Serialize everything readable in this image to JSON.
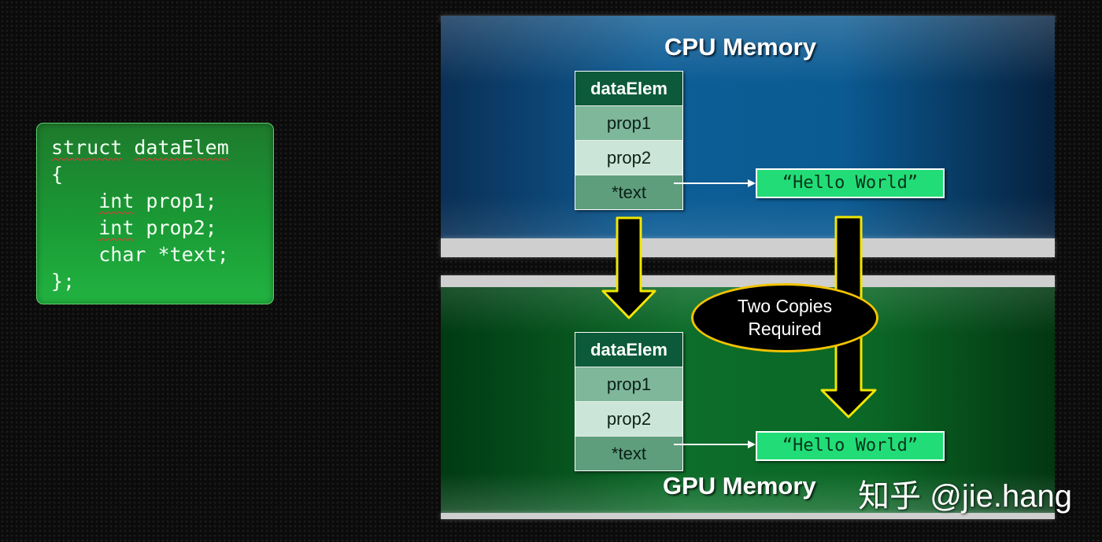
{
  "code_box": {
    "struct_kw": "struct",
    "struct_name": "dataElem",
    "open_brace": "{",
    "int_kw_1": "int",
    "field_1": " prop1;",
    "int_kw_2": "int",
    "field_2": " prop2;",
    "field_3": "char *text;",
    "close_brace": "};"
  },
  "cpu_memory": {
    "title": "CPU Memory",
    "struct": {
      "header": "dataElem",
      "fields": [
        "prop1",
        "prop2",
        "*text"
      ]
    },
    "string_value": "“Hello World”"
  },
  "gpu_memory": {
    "title": "GPU Memory",
    "struct": {
      "header": "dataElem",
      "fields": [
        "prop1",
        "prop2",
        "*text"
      ]
    },
    "string_value": "“Hello World”"
  },
  "callout": {
    "line1": "Two Copies",
    "line2": "Required"
  },
  "watermark": "知乎 @jie.hang",
  "colors": {
    "code_box": "#1a9a35",
    "cpu_panel": "#0d5d96",
    "gpu_panel": "#0d6d2a",
    "struct_header": "#0c5a3a",
    "hello_box": "#22dd77",
    "arrow_outline": "#f2e600",
    "callout_border": "#f2c300"
  }
}
